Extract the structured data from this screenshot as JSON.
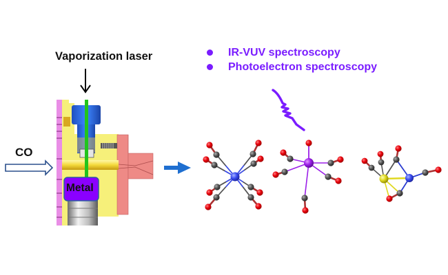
{
  "labels": {
    "laser": "Vaporization laser",
    "gas": "CO",
    "metal": "Metal"
  },
  "techniques": [
    {
      "label": "IR-VUV spectroscopy"
    },
    {
      "label": "Photoelectron spectroscopy"
    }
  ],
  "colors": {
    "accent_purple": "#7a1cff",
    "arrow_blue": "#1f6fd0",
    "oxygen_red": "#e8000b",
    "carbon_gray": "#555555",
    "metal_blue": "#3a4cf0",
    "metal_purple": "#9b1fe8",
    "metal_yellow": "#e0d820"
  },
  "icons": {
    "laser_arrow": "down-arrow-icon",
    "gas_arrow": "hollow-right-arrow-icon",
    "process_arrow": "right-arrow-icon",
    "photon": "wavy-photon-icon",
    "bullet": "bullet-dot-icon"
  },
  "molecules": [
    {
      "name": "metal-carbonyl-octahedral-blue",
      "center": "blue",
      "ligands": 8
    },
    {
      "name": "metal-carbonyl-purple",
      "center": "purple",
      "ligands": 6
    },
    {
      "name": "bimetallic-carbonyl-yellow-blue",
      "center": "yellow+blue",
      "ligands": 5
    }
  ]
}
